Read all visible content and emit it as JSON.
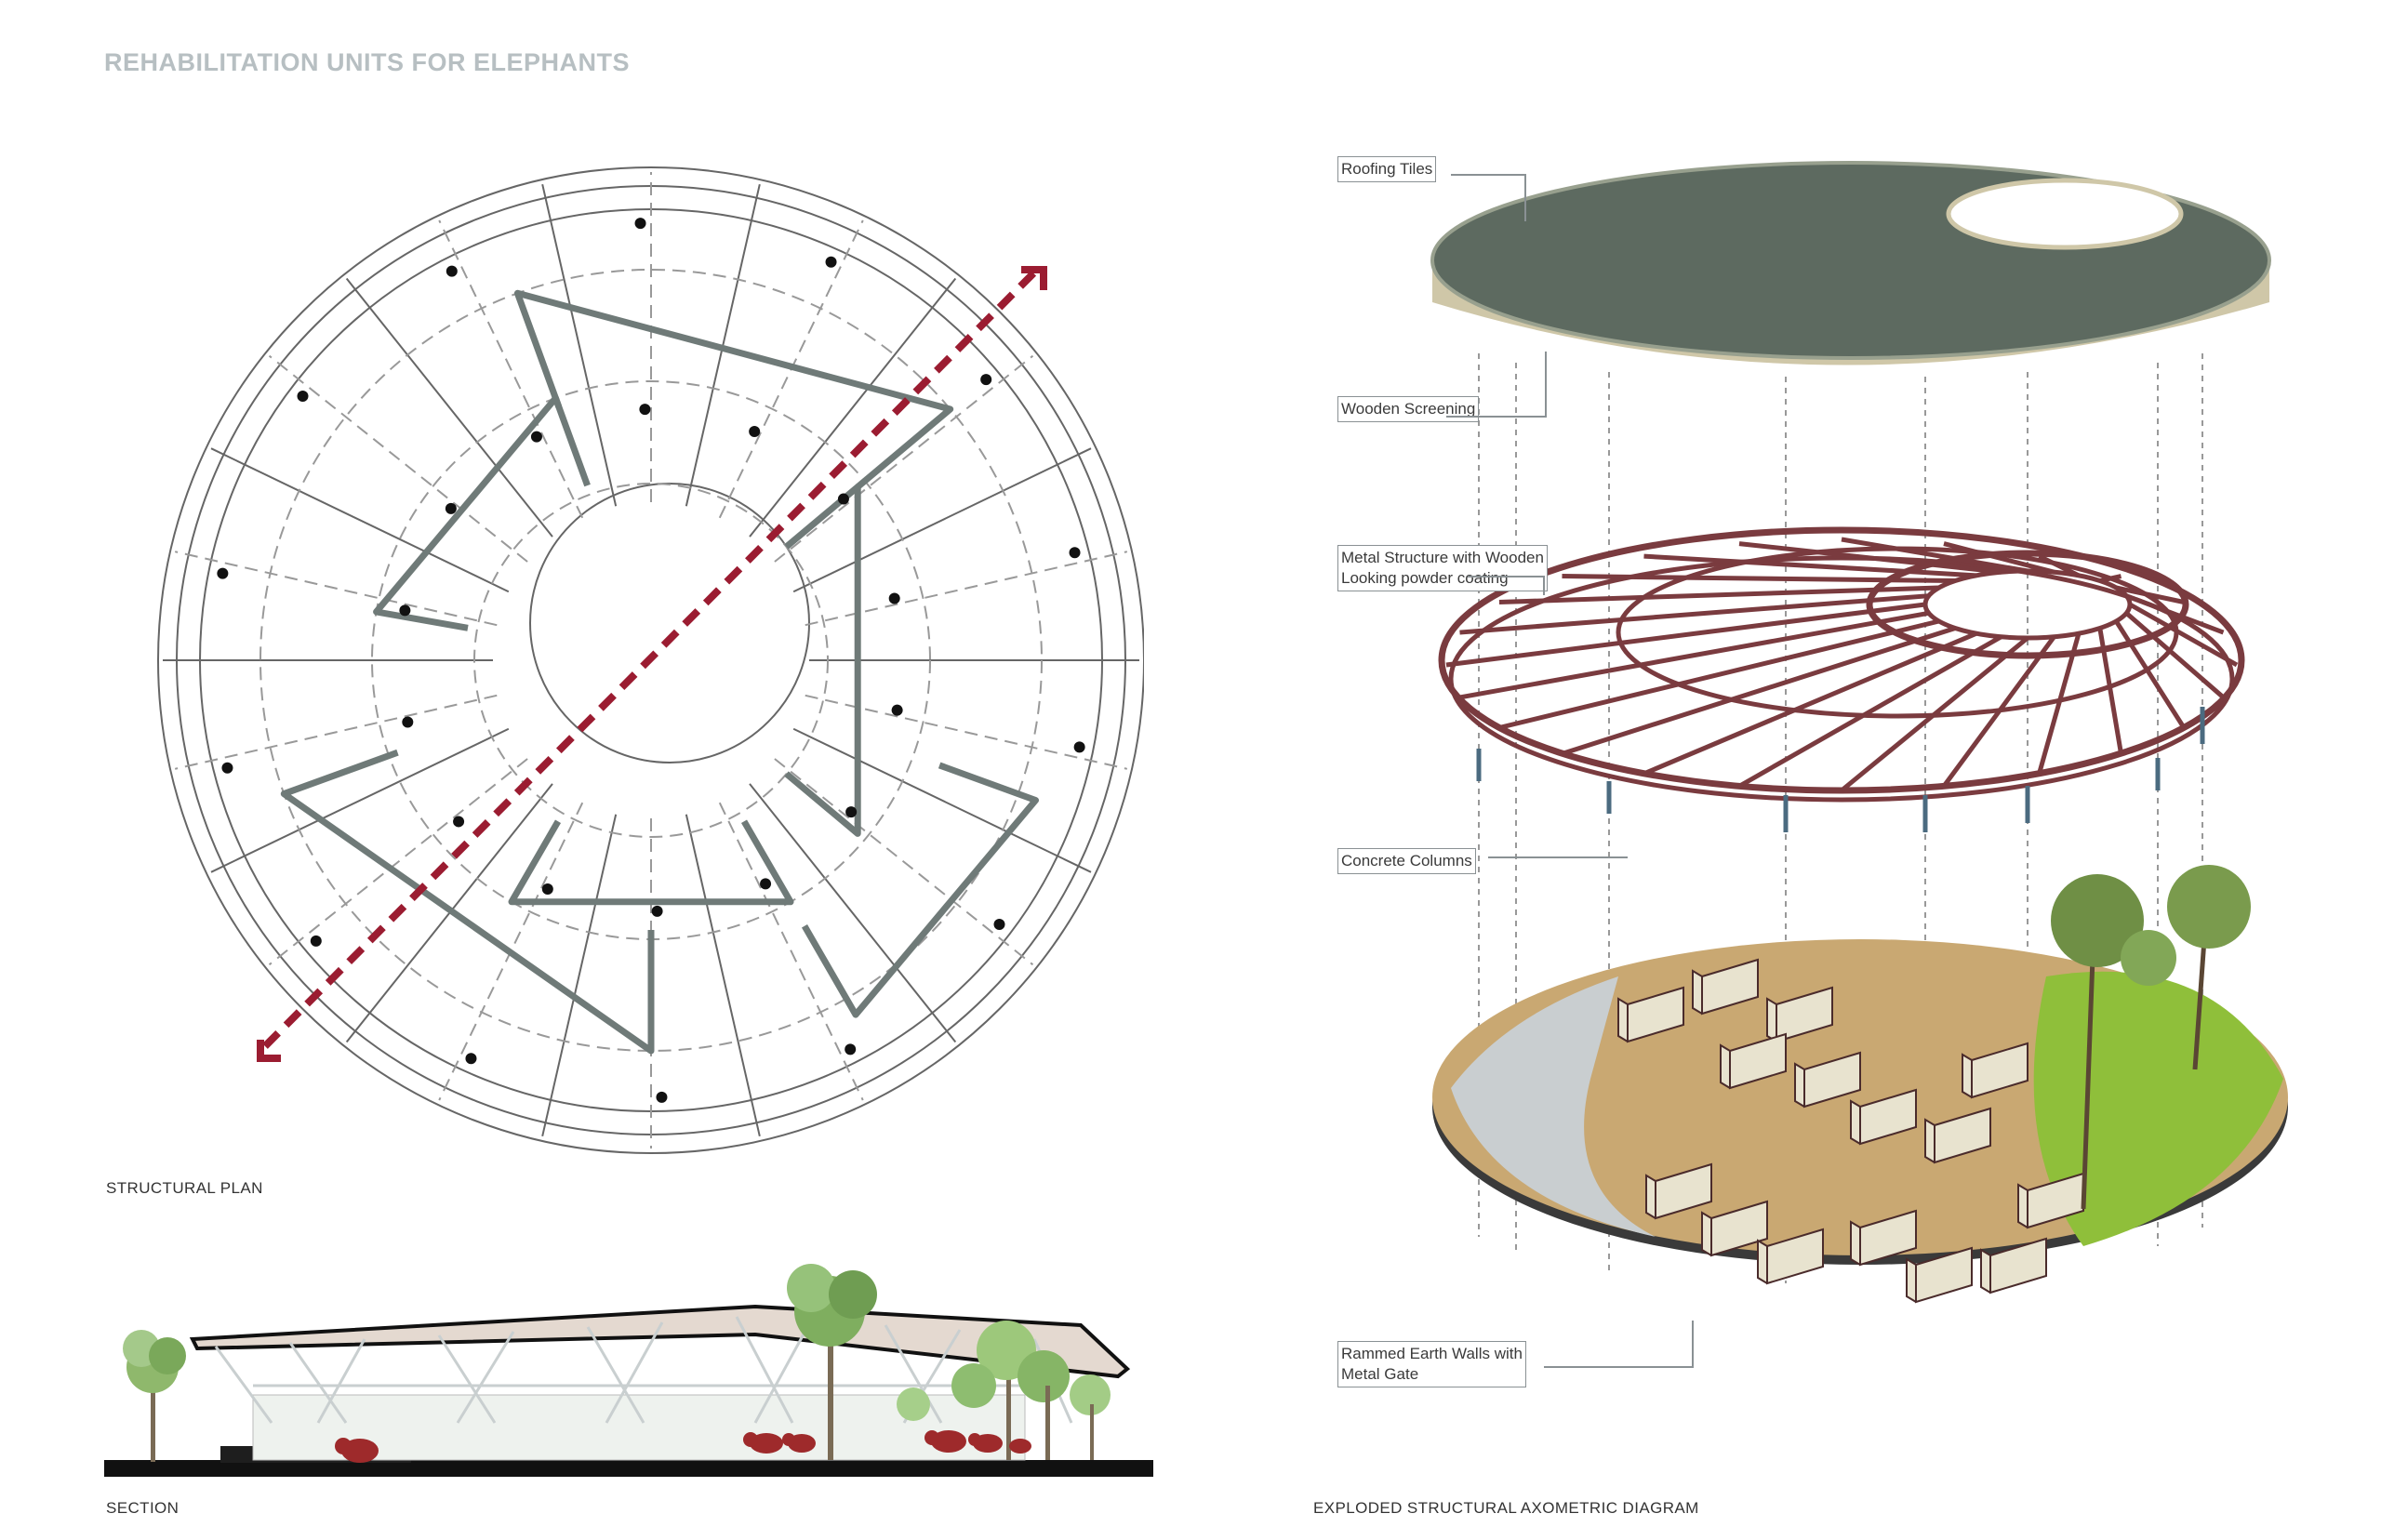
{
  "page": {
    "title": "REHABILITATION UNITS FOR ELEPHANTS"
  },
  "captions": {
    "structural_plan": "STRUCTURAL PLAN",
    "section": "SECTION",
    "axonometric": "EXPLODED STRUCTURAL AXOMETRIC DIAGRAM"
  },
  "callouts": {
    "roofing": "Roofing Tiles",
    "screening": "Wooden Screening",
    "metal_line1": "Metal Structure with Wooden",
    "metal_line2": "Looking powder coating",
    "columns": "Concrete Columns",
    "walls_line1": "Rammed Earth Walls with",
    "walls_line2": "Metal Gate"
  },
  "colors": {
    "title": "#b7bfc2",
    "section_cut": "#9b1c31",
    "metal_structure": "#7a3b3f",
    "roof": "#5e6b61",
    "ground": "#c9a872",
    "lawn": "#8fbf3a",
    "wall": "#e8e3cf",
    "elephant": "#9e2a2b"
  }
}
